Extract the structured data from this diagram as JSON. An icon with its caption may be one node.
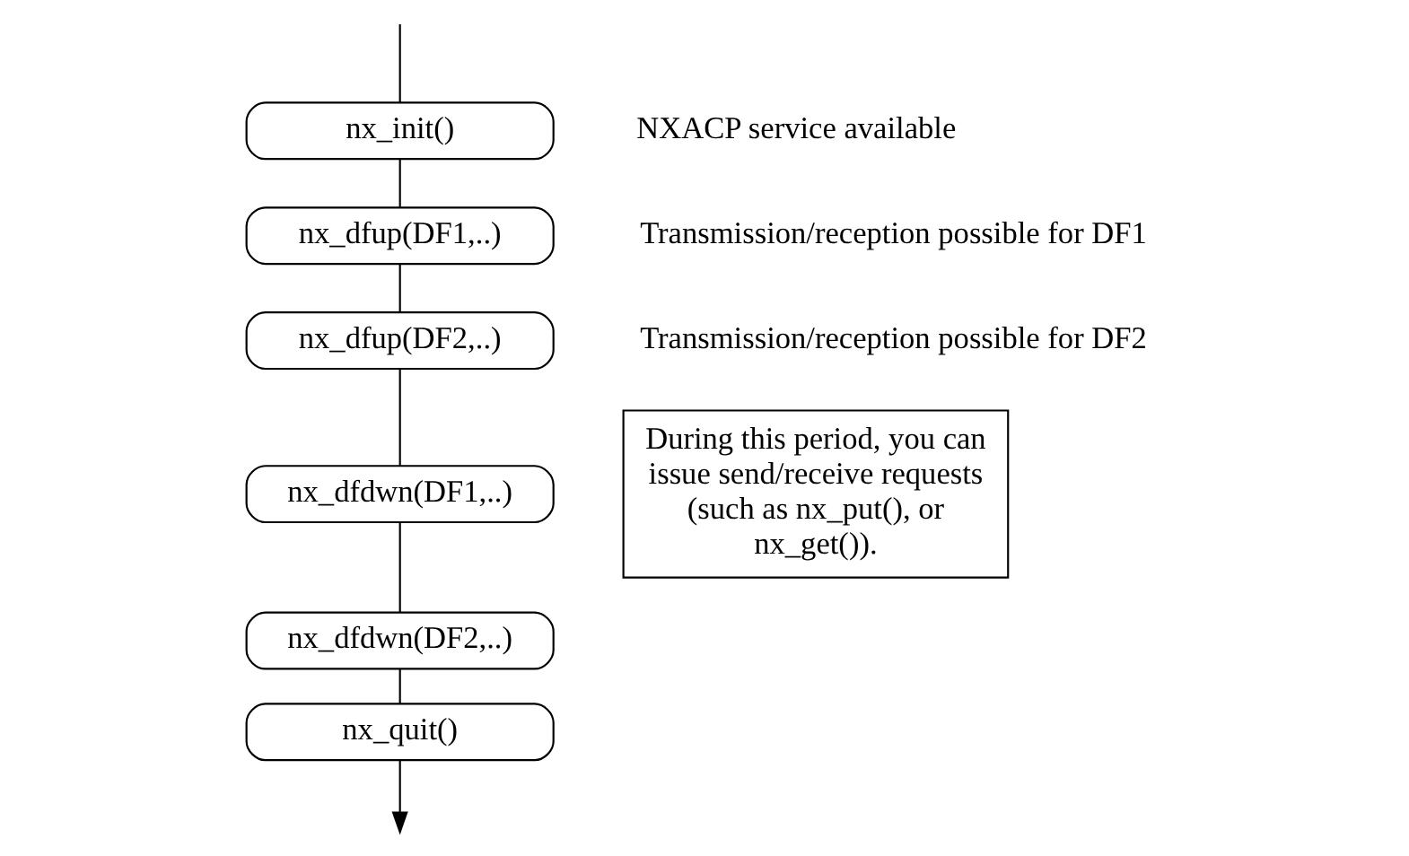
{
  "diagram": {
    "nodes": [
      {
        "text": [
          "nx_init()"
        ]
      },
      {
        "text": [
          "nx_dfup(DF1,..)"
        ]
      },
      {
        "text": [
          "nx_dfup(DF2,..)"
        ]
      },
      {
        "text": [
          "nx_dfdwn(DF1,..)"
        ]
      },
      {
        "text": [
          "nx_dfdwn(DF2,..)"
        ]
      },
      {
        "text": [
          "nx_quit()"
        ]
      },
      {
        "text": [
          "During this period, you can issue send/receive requests (such as nx_put(), or nx_get())."
        ]
      }
    ],
    "edges": [
      {
        "from": null,
        "to": 0,
        "arrow": "none"
      },
      {
        "from": 0,
        "to": 1,
        "arrow": "none"
      },
      {
        "from": 1,
        "to": 2,
        "arrow": "none"
      },
      {
        "from": 2,
        "to": 3,
        "arrow": "none"
      },
      {
        "from": 3,
        "to": 4,
        "arrow": "none"
      },
      {
        "from": 4,
        "to": 5,
        "arrow": "none"
      },
      {
        "from": 5,
        "to": null,
        "arrow": "to"
      }
    ],
    "labels": [
      "NXACP service available",
      "Transmission/reception possible for DF1",
      "Transmission/reception possible for DF2"
    ]
  }
}
